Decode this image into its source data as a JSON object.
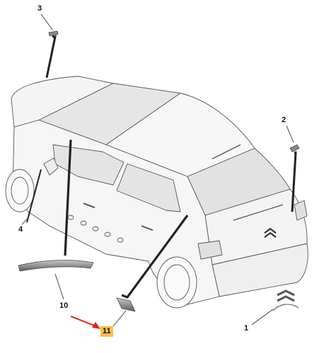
{
  "callouts": {
    "c1": "1",
    "c2": "2",
    "c3": "3",
    "c4": "4",
    "c10": "10",
    "c11": "11"
  },
  "colors": {
    "line": "#444444",
    "part_fill": "#9a9a9a",
    "glass": "#d9d9d9",
    "highlight": "#f7c04a",
    "arrow": "#e0201a"
  },
  "icons": {
    "brand": "double-chevron-emblem"
  }
}
